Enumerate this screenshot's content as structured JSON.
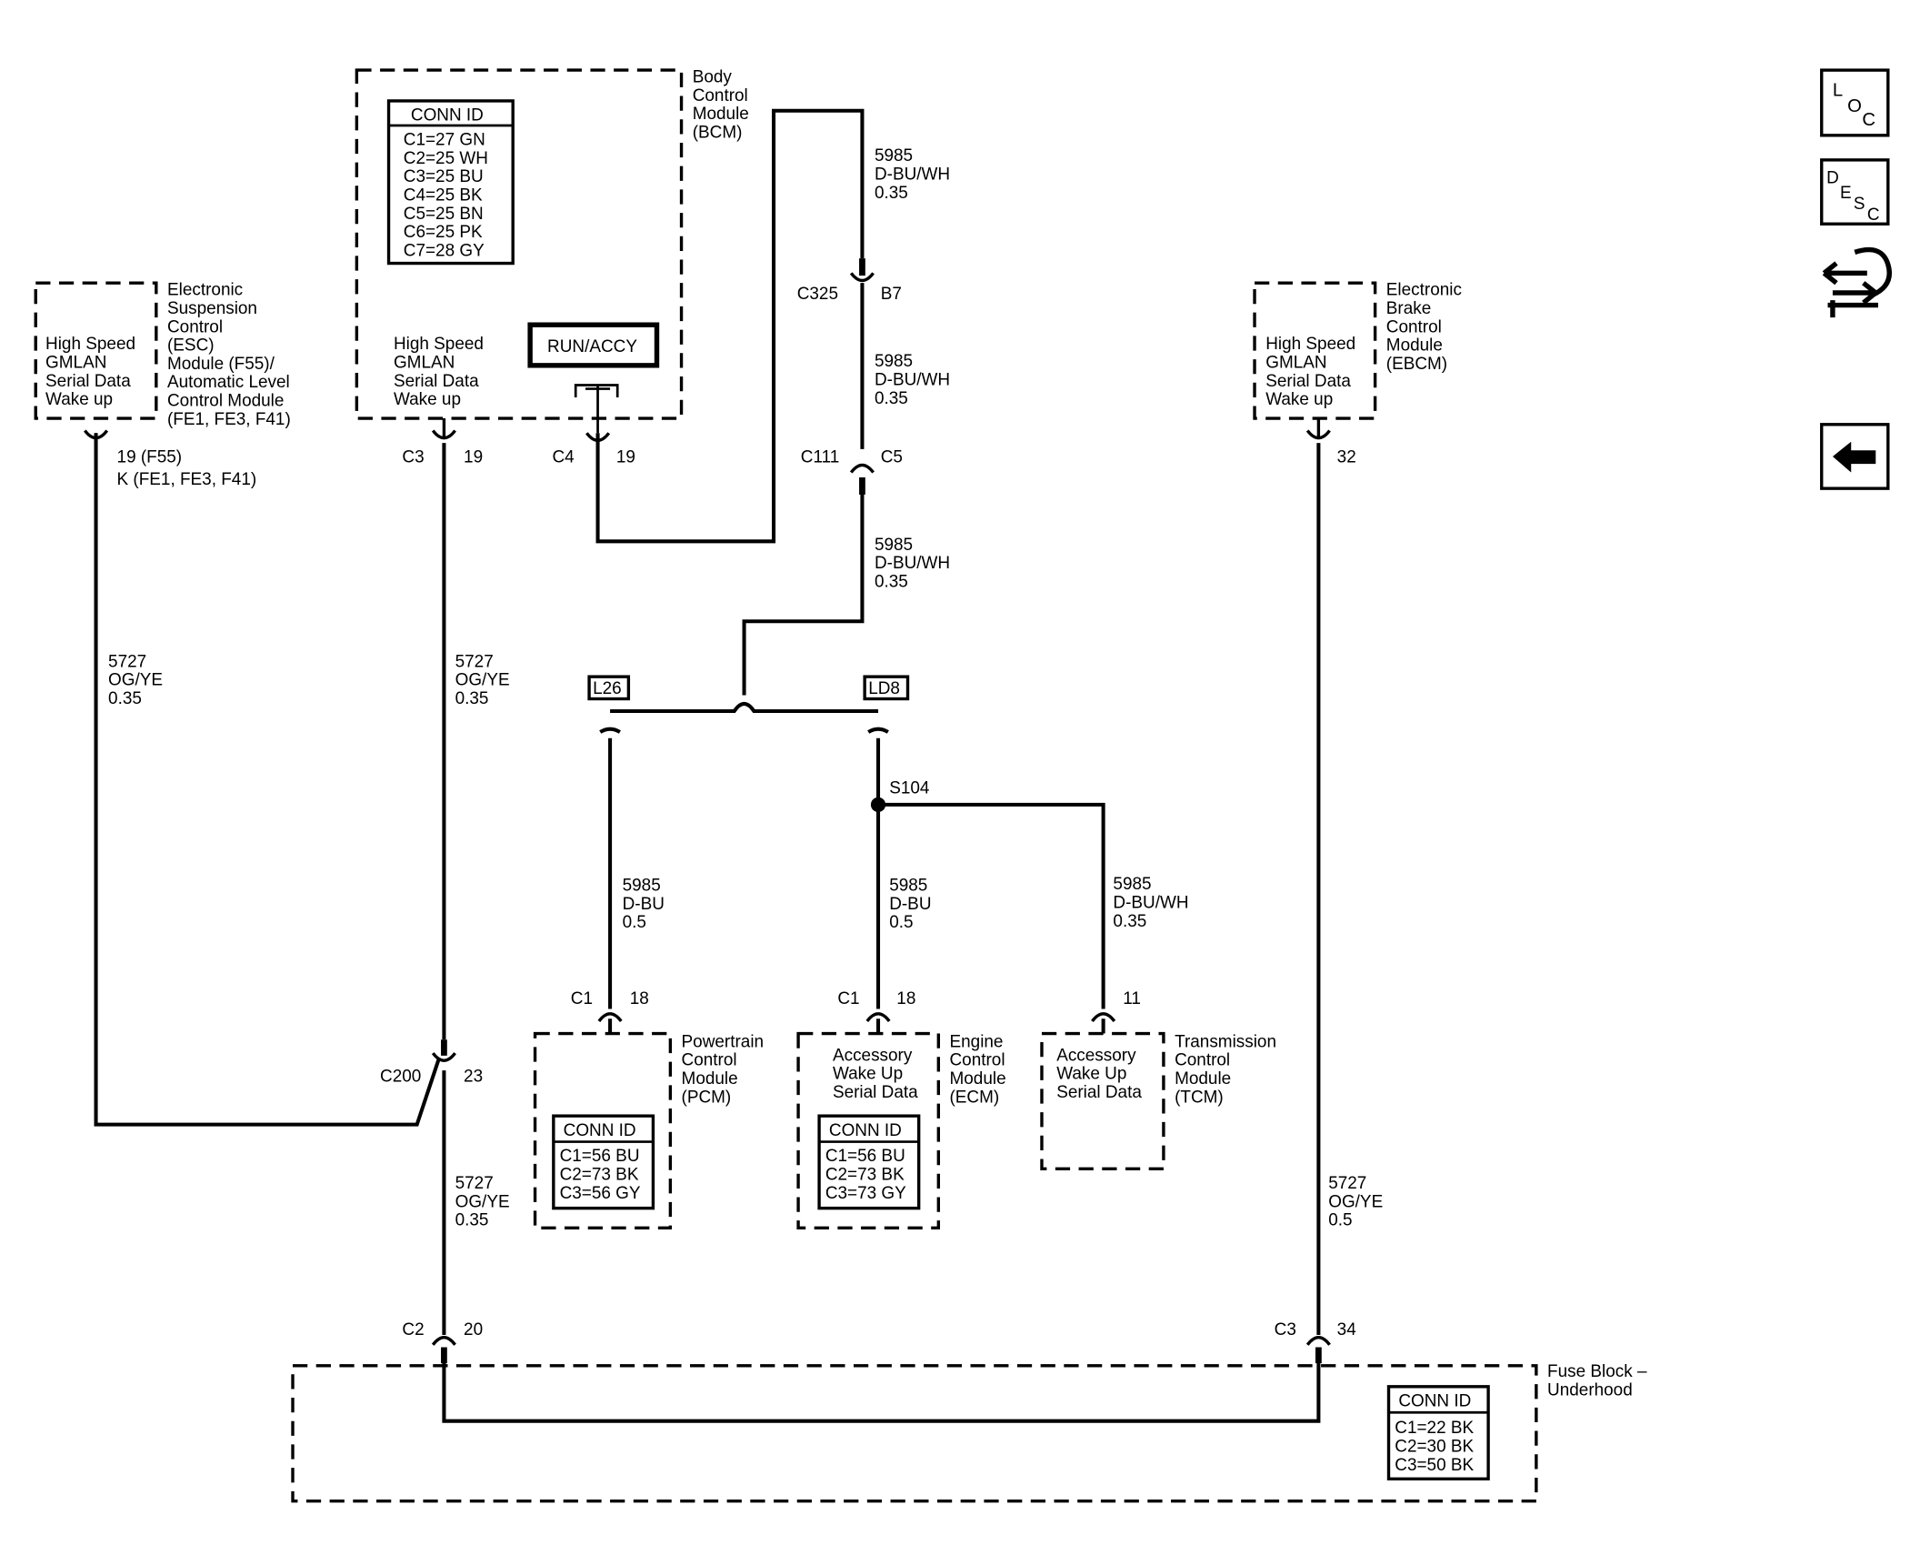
{
  "nav_icons": {
    "loc": {
      "l1": "L",
      "l2": "O",
      "l3": "C"
    },
    "desc": {
      "l1": "D",
      "l2": "E",
      "l3": "S",
      "l4": "C"
    }
  },
  "esc": {
    "title": [
      "Electronic",
      "Suspension",
      "Control",
      "(ESC)",
      "Module (F55)/",
      "Automatic Level",
      "Control Module",
      "(FE1, FE3, F41)"
    ],
    "func": [
      "High Speed",
      "GMLAN",
      "Serial Data",
      "Wake up"
    ],
    "pin_a": "19 (F55)",
    "pin_b": "K (FE1, FE3, F41)"
  },
  "bcm": {
    "title": [
      "Body",
      "Control",
      "Module",
      "(BCM)"
    ],
    "conn_title": "CONN ID",
    "conn_rows": [
      "C1=27 GN",
      "C2=25 WH",
      "C3=25 BU",
      "C4=25 BK",
      "C5=25 BN",
      "C6=25 PK",
      "C7=28 GY"
    ],
    "func": [
      "High Speed",
      "GMLAN",
      "Serial Data",
      "Wake up"
    ],
    "run_accy": "RUN/ACCY",
    "c3": "C3",
    "c3_pin": "19",
    "c4": "C4",
    "c4_pin": "19"
  },
  "ebcm": {
    "title": [
      "Electronic",
      "Brake",
      "Control",
      "Module",
      "(EBCM)"
    ],
    "func": [
      "High Speed",
      "GMLAN",
      "Serial Data",
      "Wake up"
    ],
    "pin": "32"
  },
  "wire_labels": {
    "w1": [
      "5985",
      "D-BU/WH",
      "0.35"
    ],
    "w2": [
      "5985",
      "D-BU/WH",
      "0.35"
    ],
    "w3": [
      "5985",
      "D-BU/WH",
      "0.35"
    ],
    "esc_wire": [
      "5727",
      "OG/YE",
      "0.35"
    ],
    "bcm_wire": [
      "5727",
      "OG/YE",
      "0.35"
    ],
    "pcm_wire": [
      "5985",
      "D-BU",
      "0.5"
    ],
    "ecm_wire": [
      "5985",
      "D-BU",
      "0.5"
    ],
    "tcm_wire": [
      "5985",
      "D-BU/WH",
      "0.35"
    ],
    "lower_wire": [
      "5727",
      "OG/YE",
      "0.35"
    ],
    "ebcm_wire": [
      "5727",
      "OG/YE",
      "0.5"
    ]
  },
  "connectors": {
    "c325": "C325",
    "c325_pin": "B7",
    "c111": "C111",
    "c111_pin": "C5",
    "c200": "C200",
    "c200_pin": "23",
    "fuse_c2": "C2",
    "fuse_c2_pin": "20",
    "fuse_c3": "C3",
    "fuse_c3_pin": "34"
  },
  "options": {
    "l26": "L26",
    "ld8": "LD8"
  },
  "splice": "S104",
  "pcm": {
    "title": [
      "Powertrain",
      "Control",
      "Module",
      "(PCM)"
    ],
    "conn": "C1",
    "pin": "18",
    "conn_title": "CONN ID",
    "conn_rows": [
      "C1=56 BU",
      "C2=73 BK",
      "C3=56 GY"
    ]
  },
  "ecm": {
    "title": [
      "Engine",
      "Control",
      "Module",
      "(ECM)"
    ],
    "func": [
      "Accessory",
      "Wake Up",
      "Serial Data"
    ],
    "conn": "C1",
    "pin": "18",
    "conn_title": "CONN ID",
    "conn_rows": [
      "C1=56 BU",
      "C2=73 BK",
      "C3=73 GY"
    ]
  },
  "tcm": {
    "title": [
      "Transmission",
      "Control",
      "Module",
      "(TCM)"
    ],
    "func": [
      "Accessory",
      "Wake Up",
      "Serial Data"
    ],
    "pin": "11"
  },
  "fuse_block": {
    "title": [
      "Fuse Block –",
      "Underhood"
    ],
    "conn_title": "CONN ID",
    "conn_rows": [
      "C1=22 BK",
      "C2=30 BK",
      "C3=50 BK"
    ]
  }
}
